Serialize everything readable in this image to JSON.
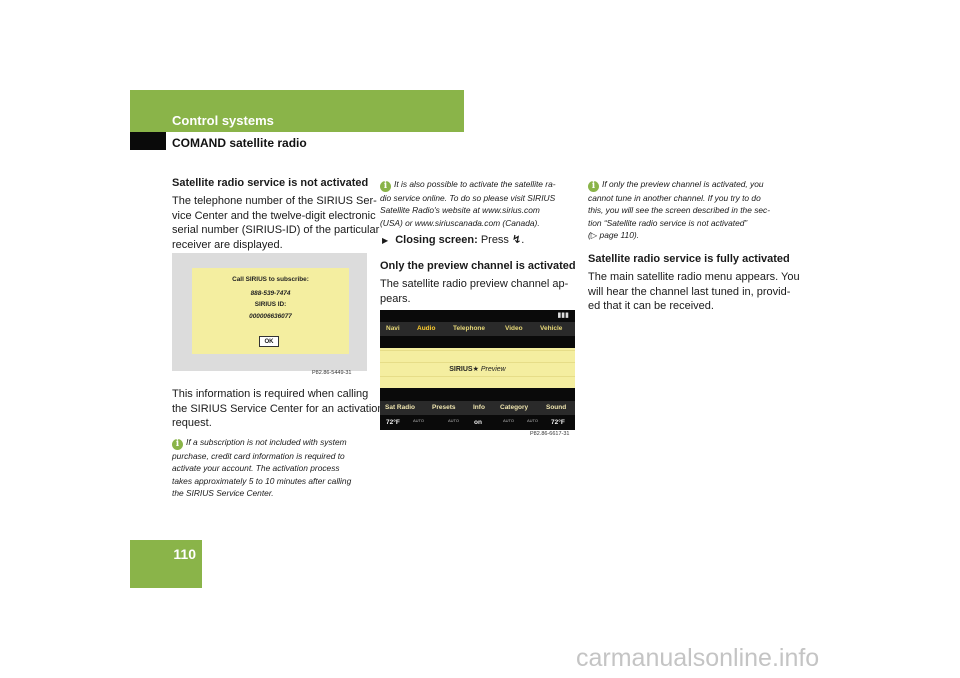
{
  "header": {
    "chapter": "Control systems",
    "section": "COMAND satellite radio"
  },
  "page_number": "110",
  "col1": {
    "heading": "Satellite radio service is not activated",
    "para1_lines": [
      "The telephone number of the SIRIUS Ser-",
      "vice Center and the twelve-digit electronic",
      "serial number (SIRIUS-ID) of the particular",
      "receiver are displayed."
    ],
    "screenshot": {
      "line1": "Call SIRIUS to subscribe:",
      "line2": "888-539-7474",
      "line3": "SIRIUS ID:",
      "line4": "000006636077",
      "ok": "OK",
      "code": "P82.86-5449-31"
    },
    "para2_lines": [
      "This information is required when calling",
      "the SIRIUS Service Center for an activation",
      "request."
    ],
    "note_lines": [
      "If a subscription is not included with system",
      "purchase, credit card information is required to",
      "activate your account. The activation process",
      "takes approximately 5 to 10 minutes after calling",
      "the SIRIUS Service Center."
    ]
  },
  "col2": {
    "note_lines": [
      "It is also possible to activate the satellite ra-",
      "dio service online. To do so please visit SIRIUS",
      "Satellite Radio's website at www.sirius.com",
      "(USA) or www.siriuscanada.com (Canada)."
    ],
    "step_label": "Closing screen:",
    "step_text": "Press",
    "heading": "Only the preview channel is activated",
    "para_lines": [
      "The satellite radio preview channel ap-",
      "pears."
    ],
    "screenshot": {
      "top_menu": [
        "Navi",
        "Audio",
        "Telephone",
        "Video",
        "Vehicle"
      ],
      "center_brand": "SIRIUS",
      "center_label": "Preview",
      "bottom_menu": [
        "Sat Radio",
        "Presets",
        "Info",
        "Category",
        "Sound"
      ],
      "bottom_row": [
        "72°F",
        "AUTO",
        "AUTO",
        "on",
        "AUTO",
        "AUTO",
        "72°F"
      ],
      "code": "P82.86-6617-31"
    }
  },
  "col3": {
    "note_lines": [
      "If only the preview channel is activated, you",
      "cannot tune in another channel. If you try to do",
      "this, you will see the screen described in the sec-",
      "tion “Satellite radio service is not activated”",
      "(▷ page 110)."
    ],
    "heading": "Satellite radio service is fully activated",
    "para_lines": [
      "The main satellite radio menu appears. You",
      "will hear the channel last tuned in, provid-",
      "ed that it can be received."
    ]
  },
  "watermark": "carmanualsonline.info",
  "colors": {
    "accent": "#8ab449",
    "screen_yellow": "#f4eea0"
  }
}
